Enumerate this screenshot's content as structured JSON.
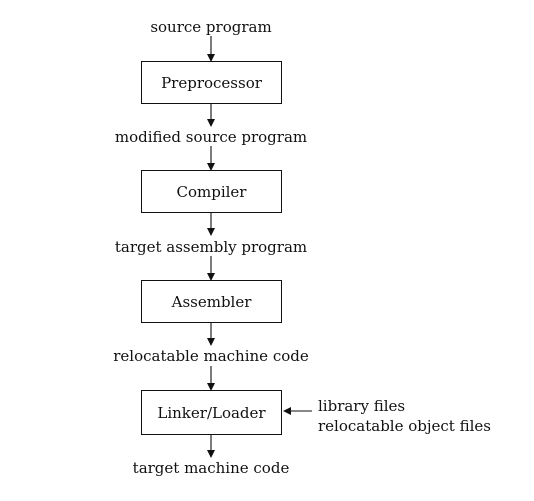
{
  "stages": [
    {
      "name": "preprocessor",
      "label": "Preprocessor"
    },
    {
      "name": "compiler",
      "label": "Compiler"
    },
    {
      "name": "assembler",
      "label": "Assembler"
    },
    {
      "name": "linker-loader",
      "label": "Linker/Loader"
    }
  ],
  "flow_labels": {
    "input": "source program",
    "after_preprocessor": "modified source program",
    "after_compiler": "target assembly program",
    "after_assembler": "relocatable machine code",
    "output": "target machine code"
  },
  "side_inputs": {
    "line1": "library files",
    "line2": "relocatable object files"
  }
}
